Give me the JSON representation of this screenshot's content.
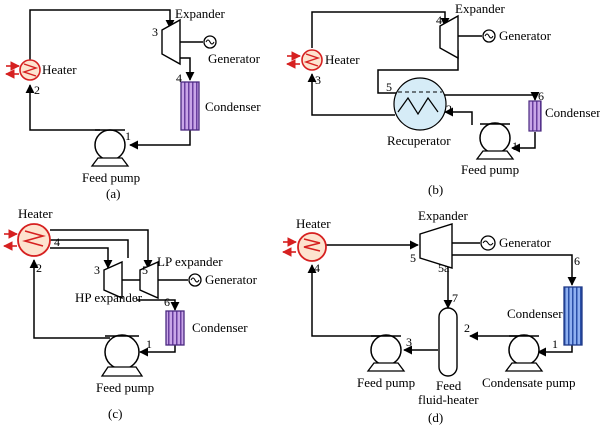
{
  "colors": {
    "heater_stroke": "#d62020",
    "heater_fill": "#fde3cf",
    "condenser_purple_fill": "#c9a6e8",
    "condenser_blue_fill": "#8fb0f0",
    "recuperator_fill": "#d6ecf7",
    "heat_arrow": "#d62020"
  },
  "panel_a": {
    "caption": "(a)",
    "heater_label": "Heater",
    "expander_label": "Expander",
    "generator_label": "Generator",
    "condenser_label": "Condenser",
    "feed_pump_label": "Feed pump",
    "state_points": [
      "1",
      "2",
      "3",
      "4"
    ]
  },
  "panel_b": {
    "caption": "(b)",
    "heater_label": "Heater",
    "expander_label": "Expander",
    "generator_label": "Generator",
    "recuperator_label": "Recuperator",
    "condenser_label": "Condenser",
    "feed_pump_label": "Feed pump",
    "state_points": [
      "1",
      "2",
      "3",
      "4",
      "5",
      "6"
    ]
  },
  "panel_c": {
    "caption": "(c)",
    "heater_label": "Heater",
    "hp_expander_label": "HP expander",
    "lp_expander_label": "LP expander",
    "generator_label": "Generator",
    "condenser_label": "Condenser",
    "feed_pump_label": "Feed pump",
    "state_points": [
      "1",
      "2",
      "3",
      "4",
      "5",
      "6"
    ]
  },
  "panel_d": {
    "caption": "(d)",
    "heater_label": "Heater",
    "expander_label": "Expander",
    "generator_label": "Generator",
    "condenser_label": "Condenser",
    "feed_pump_label": "Feed pump",
    "feed_fluid_heater_label_1": "Feed",
    "feed_fluid_heater_label_2": "fluid-heater",
    "condensate_pump_label": "Condensate pump",
    "state_points": [
      "1",
      "2",
      "3",
      "4",
      "5",
      "5a",
      "6",
      "7"
    ]
  }
}
